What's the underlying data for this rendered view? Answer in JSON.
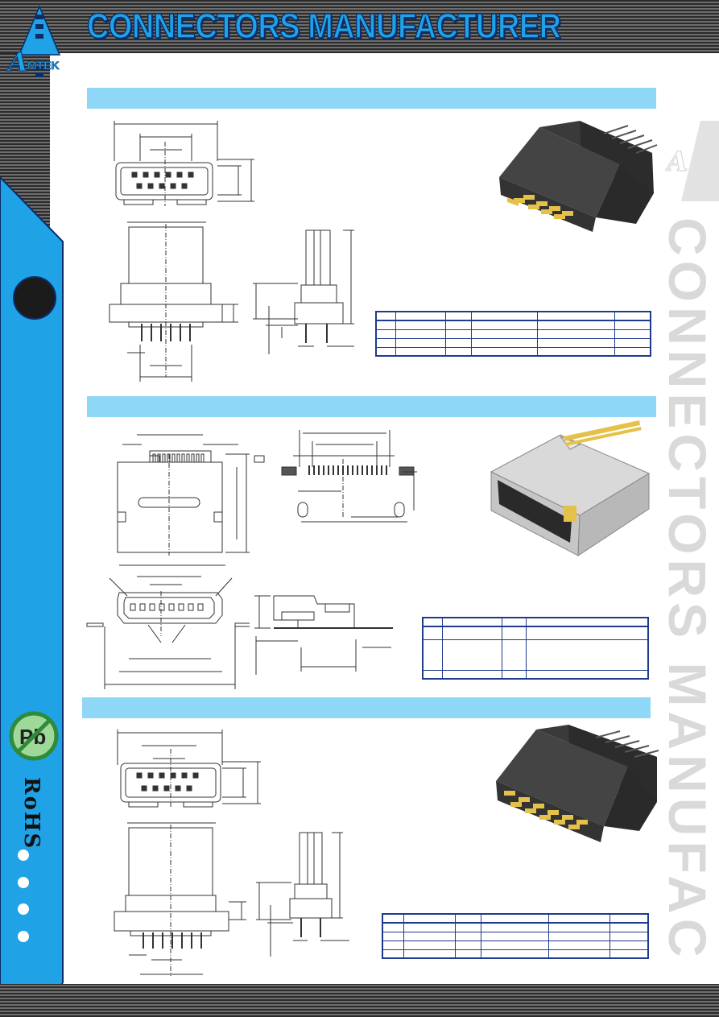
{
  "header": {
    "title": "CONNECTORS MANUFACTURER"
  },
  "logo": {
    "text_initial": "A",
    "text_rest": "MTEK"
  },
  "sidebar": {
    "rohs_label": "RoHS",
    "pb_label": "Pb"
  },
  "watermark": {
    "text": "CONNECTORS MANUFACTURE"
  },
  "colors": {
    "brand_blue": "#1fa3e6",
    "navy": "#0b2d6b",
    "section_bar": "#8fd7f6",
    "table_border": "#1e3a8c",
    "no_lead_green": "#2f8a3a"
  }
}
